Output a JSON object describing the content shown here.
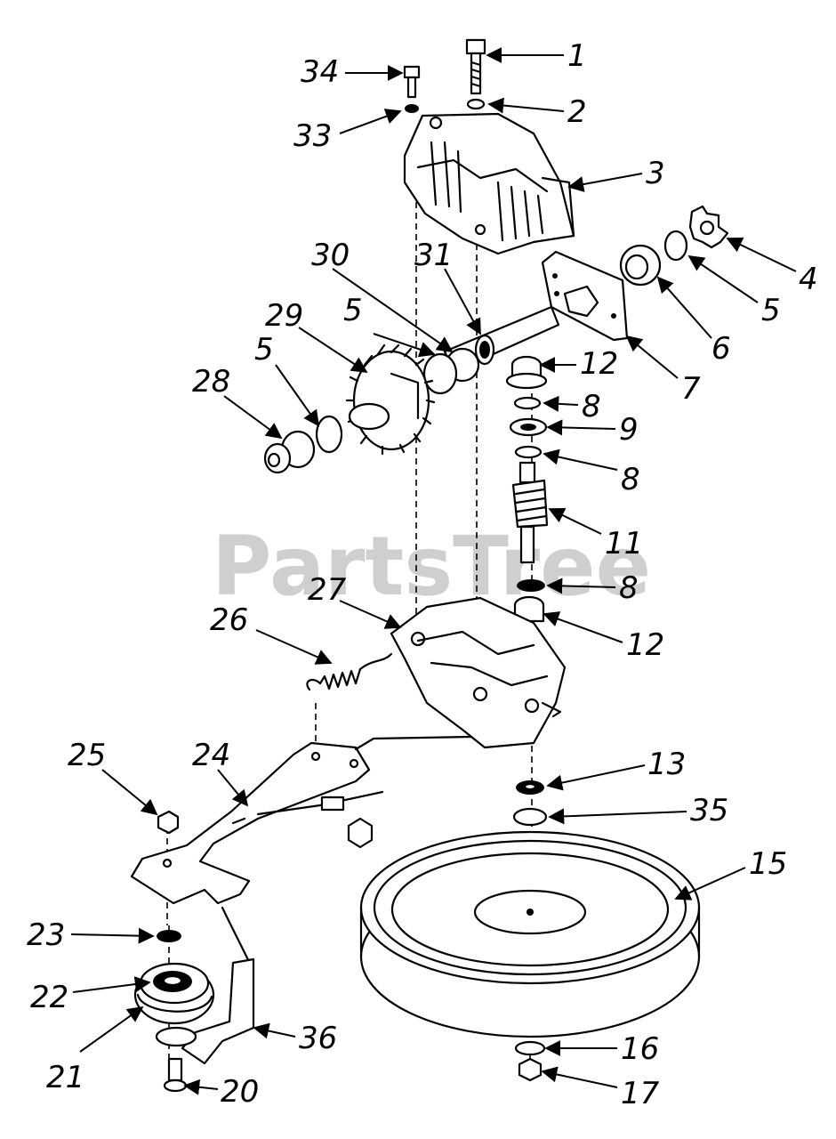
{
  "watermark": "PartsTree",
  "callouts": [
    "1",
    "2",
    "3",
    "4",
    "5",
    "5",
    "5",
    "6",
    "7",
    "8",
    "8",
    "8",
    "9",
    "11",
    "12",
    "12",
    "13",
    "15",
    "16",
    "17",
    "20",
    "21",
    "22",
    "23",
    "24",
    "25",
    "26",
    "27",
    "28",
    "29",
    "30",
    "31",
    "33",
    "34",
    "35",
    "36"
  ]
}
